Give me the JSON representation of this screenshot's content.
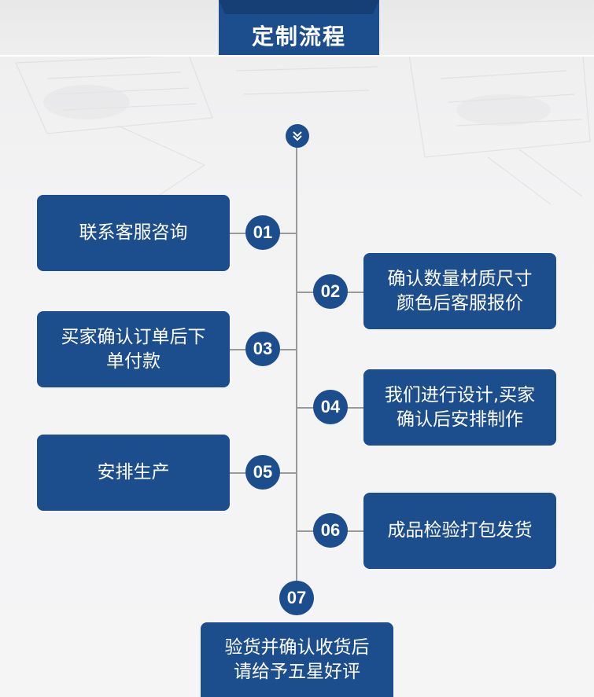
{
  "title": "定制流程",
  "steps": [
    {
      "num": "01",
      "lines": [
        "联系客服咨询"
      ]
    },
    {
      "num": "02",
      "lines": [
        "确认数量材质尺寸",
        "颜色后客服报价"
      ]
    },
    {
      "num": "03",
      "lines": [
        "买家确认订单后下",
        "单付款"
      ]
    },
    {
      "num": "04",
      "lines": [
        "我们进行设计,买家",
        "确认后安排制作"
      ]
    },
    {
      "num": "05",
      "lines": [
        "安排生产"
      ]
    },
    {
      "num": "06",
      "lines": [
        "成品检验打包发货"
      ]
    },
    {
      "num": "07",
      "lines": [
        "验货并确认收货后",
        "请给予五星好评"
      ]
    }
  ],
  "colors": {
    "primary": "#1c4d8c",
    "line": "#9a9a9a"
  },
  "icons": {
    "top": "double-chevron-down-icon"
  }
}
